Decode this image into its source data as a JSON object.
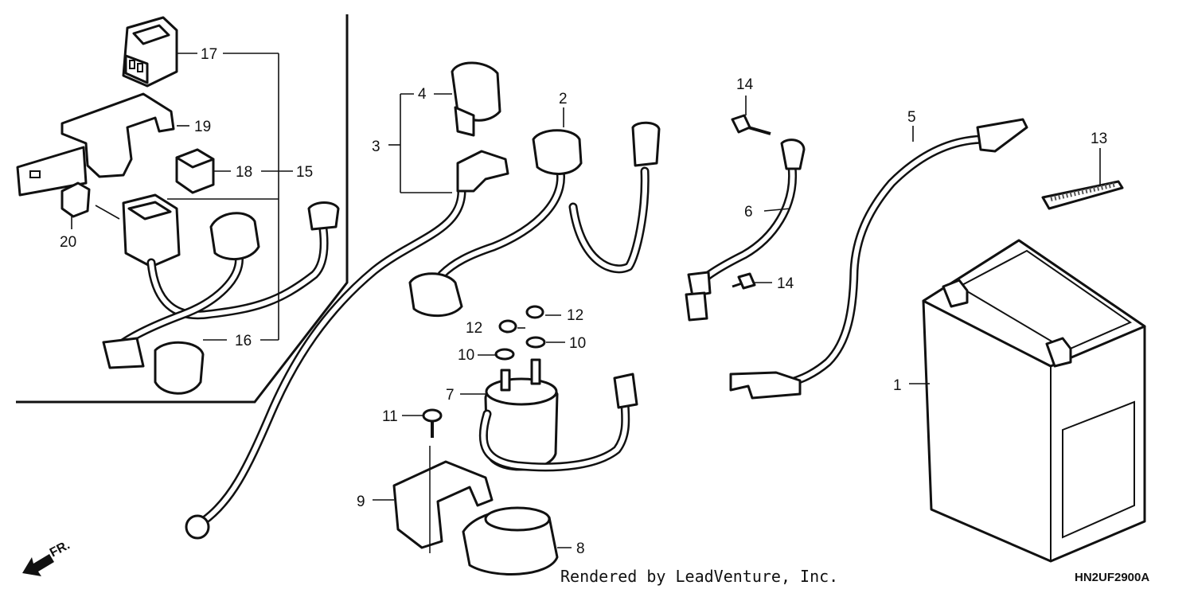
{
  "callouts": [
    {
      "id": "1",
      "text": "1"
    },
    {
      "id": "2",
      "text": "2"
    },
    {
      "id": "3",
      "text": "3"
    },
    {
      "id": "4",
      "text": "4"
    },
    {
      "id": "5",
      "text": "5"
    },
    {
      "id": "6",
      "text": "6"
    },
    {
      "id": "7",
      "text": "7"
    },
    {
      "id": "8",
      "text": "8"
    },
    {
      "id": "9",
      "text": "9"
    },
    {
      "id": "10a",
      "text": "10"
    },
    {
      "id": "10b",
      "text": "10"
    },
    {
      "id": "11",
      "text": "11"
    },
    {
      "id": "12a",
      "text": "12"
    },
    {
      "id": "12b",
      "text": "12"
    },
    {
      "id": "13",
      "text": "13"
    },
    {
      "id": "14a",
      "text": "14"
    },
    {
      "id": "14b",
      "text": "14"
    },
    {
      "id": "15",
      "text": "15"
    },
    {
      "id": "16",
      "text": "16"
    },
    {
      "id": "17",
      "text": "17"
    },
    {
      "id": "18",
      "text": "18"
    },
    {
      "id": "19",
      "text": "19"
    },
    {
      "id": "20",
      "text": "20"
    }
  ],
  "direction_marker": "FR.",
  "credit": "Rendered by LeadVenture, Inc.",
  "diagram_code": "HN2UF2900A"
}
